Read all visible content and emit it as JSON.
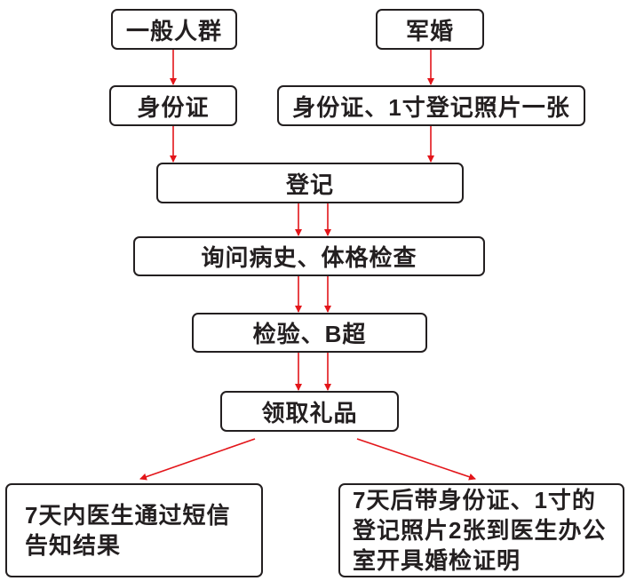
{
  "colors": {
    "arrow": "#e3151a",
    "border": "#231f20",
    "text": "#231f20"
  },
  "nodes": {
    "general": "一般人群",
    "military": "军婚",
    "general_docs": "身份证",
    "military_docs": "身份证、1寸登记照片一张",
    "register": "登记",
    "history_exam": "询问病史、体格检查",
    "lab_ultrasound": "检验、B超",
    "gift": "领取礼品",
    "result_sms": "7天内医生通过短信告知结果",
    "result_certificate": "7天后带身份证、1寸的登记照片2张到医生办公室开具婚检证明"
  }
}
